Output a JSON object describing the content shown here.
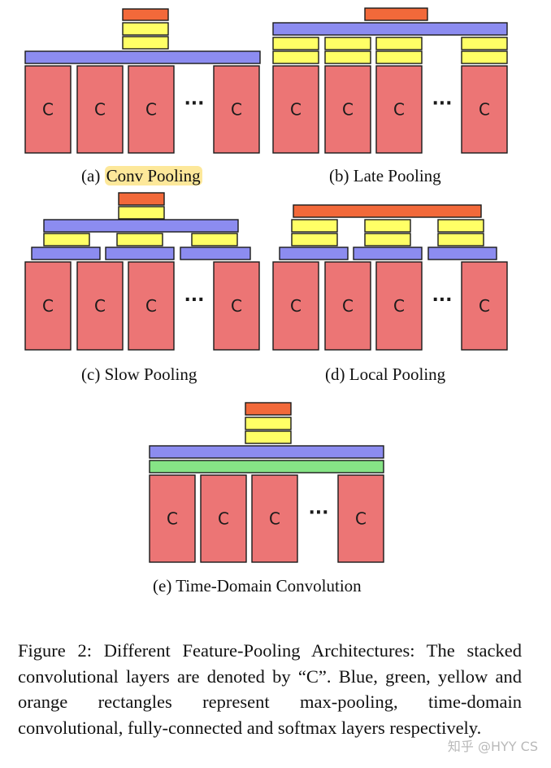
{
  "diagram": {
    "conv_label": "C",
    "ellipsis": "...",
    "panels": [
      {
        "id": "a",
        "prefix": "(a) ",
        "title": "Conv Pooling",
        "highlighted": true
      },
      {
        "id": "b",
        "prefix": "(b) ",
        "title": "Late Pooling",
        "highlighted": false
      },
      {
        "id": "c",
        "prefix": "(c) ",
        "title": "Slow Pooling",
        "highlighted": false
      },
      {
        "id": "d",
        "prefix": "(d) ",
        "title": "Local Pooling",
        "highlighted": false
      },
      {
        "id": "e",
        "prefix": "(e) ",
        "title": "Time-Domain Convolution",
        "highlighted": false
      }
    ],
    "colors": {
      "conv": "#ec7575",
      "max_pooling": "#8c8cf0",
      "time_domain_conv": "#86e486",
      "fully_connected": "#ffff66",
      "softmax": "#f2693a",
      "stroke": "#1a1a1a",
      "highlight": "#fde89a"
    }
  },
  "caption": "Figure 2:  Different Feature-Pooling Architectures:  The stacked convolutional layers are denoted by “C”. Blue, green, yellow and orange rectangles represent max-pooling, time-domain convolutional, fully-connected and softmax layers respectively.",
  "watermark": "知乎 @HYY CS"
}
